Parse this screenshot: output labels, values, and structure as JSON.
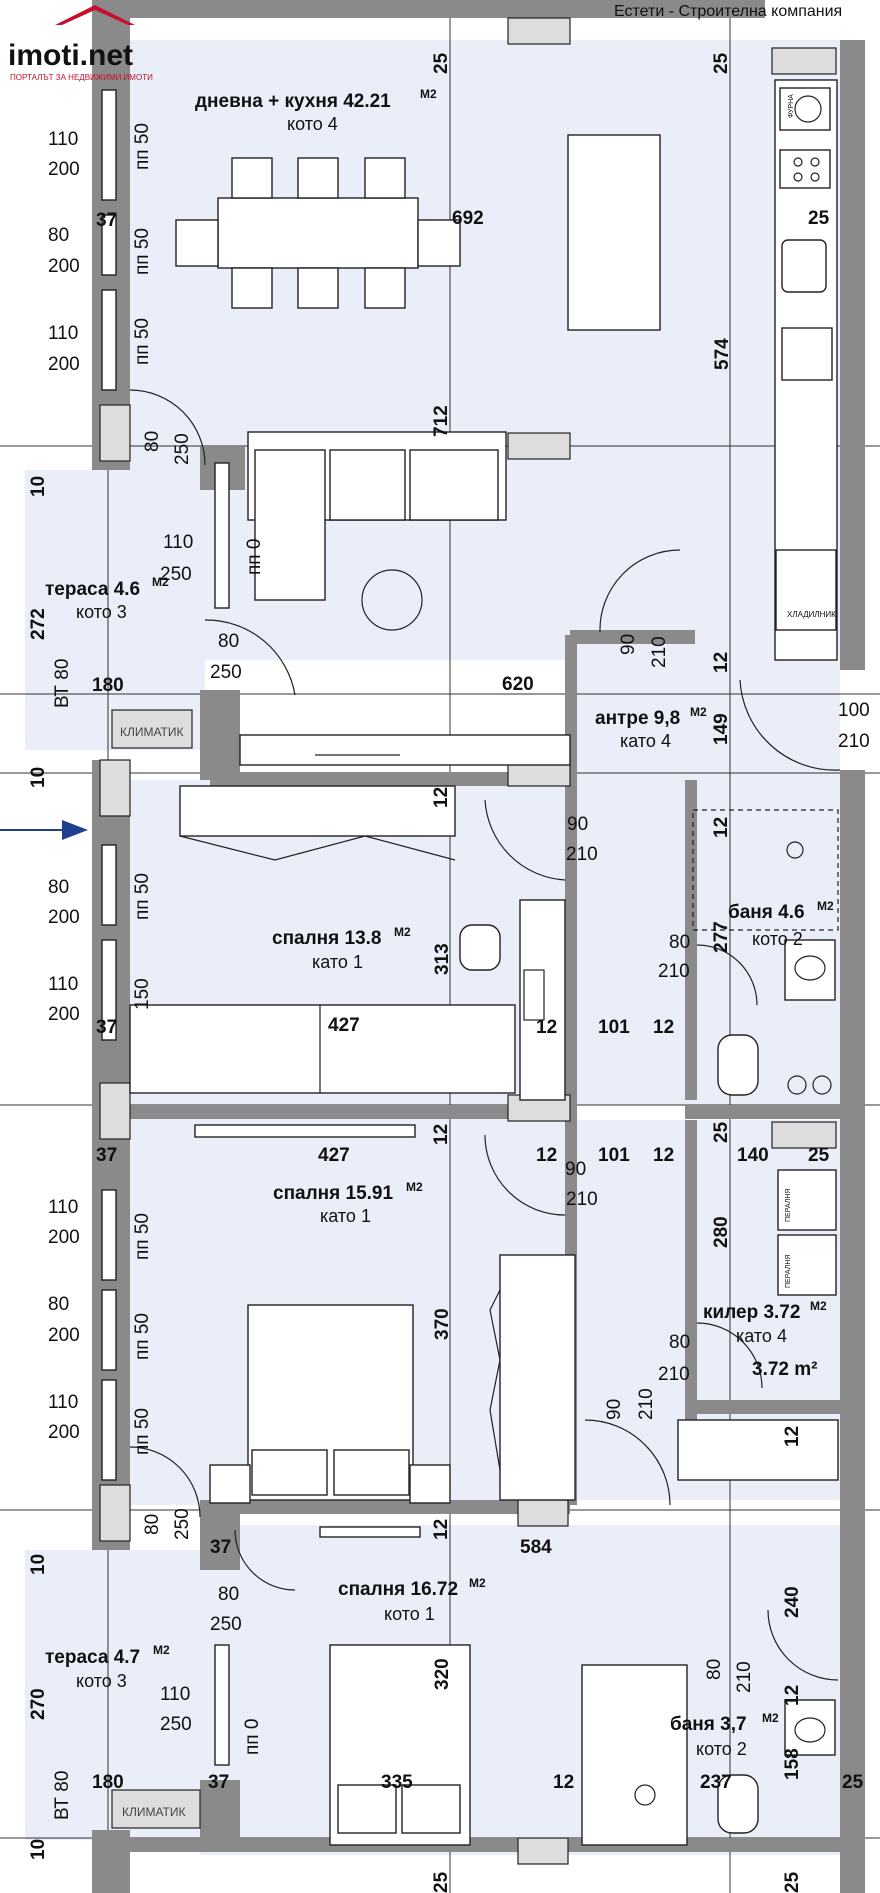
{
  "header": {
    "brand": "imoti.net",
    "tagline": "ПОРТАЛЪТ ЗА НЕДВИЖИМИ ИМОТИ",
    "company": "Естети - Строителна компания"
  },
  "rooms": [
    {
      "name": "дневна + кухня 42.21",
      "unit": "M2",
      "floor": "кото 4"
    },
    {
      "name": "тераса 4.6",
      "unit": "M2",
      "floor": "кото 3"
    },
    {
      "name": "антре 9,8",
      "unit": "M2",
      "floor": "като 4"
    },
    {
      "name": "спалня 13.8",
      "unit": "M2",
      "floor": "като 1"
    },
    {
      "name": "баня 4.6",
      "unit": "M2",
      "floor": "кото 2"
    },
    {
      "name": "спалня 15.91",
      "unit": "M2",
      "floor": "като 1"
    },
    {
      "name": "килер 3.72",
      "unit": "M2",
      "floor": "като 4"
    },
    {
      "name": "спалня 16.72",
      "unit": "M2",
      "floor": "кото 1"
    },
    {
      "name": "тераса 4.7",
      "unit": "M2",
      "floor": "кото 3"
    },
    {
      "name": "баня 3,7",
      "unit": "M2",
      "floor": "кото 2"
    }
  ],
  "extra_area": "3.72 m²",
  "labels": {
    "klimatik": "КЛИМАТИК",
    "hladilnik": "ХЛАДИЛНИК",
    "furna": "ФУРНА",
    "perialnia": "ПЕРАЛНЯ",
    "bt80": "ВТ 80",
    "pp50": "пп 50",
    "pp0": "пп 0"
  },
  "dims": {
    "d25": "25",
    "d110": "110",
    "d200": "200",
    "d80": "80",
    "d37": "37",
    "d692": "692",
    "d574": "574",
    "d712": "712",
    "d250": "250",
    "d10": "10",
    "d272": "272",
    "d180": "180",
    "d620": "620",
    "d90": "90",
    "d210": "210",
    "d12": "12",
    "d149": "149",
    "d100": "100",
    "d313": "313",
    "d277": "277",
    "d427": "427",
    "d101": "101",
    "d140": "140",
    "d280": "280",
    "d370": "370",
    "d584": "584",
    "d240": "240",
    "d320": "320",
    "d270": "270",
    "d335": "335",
    "d237": "237",
    "d158": "158",
    "d150": "150"
  },
  "colors": {
    "floor": "#e9eef8",
    "wall": "#8a8a8a",
    "brand_red": "#c8102e",
    "arrow": "#1f3f8f"
  }
}
